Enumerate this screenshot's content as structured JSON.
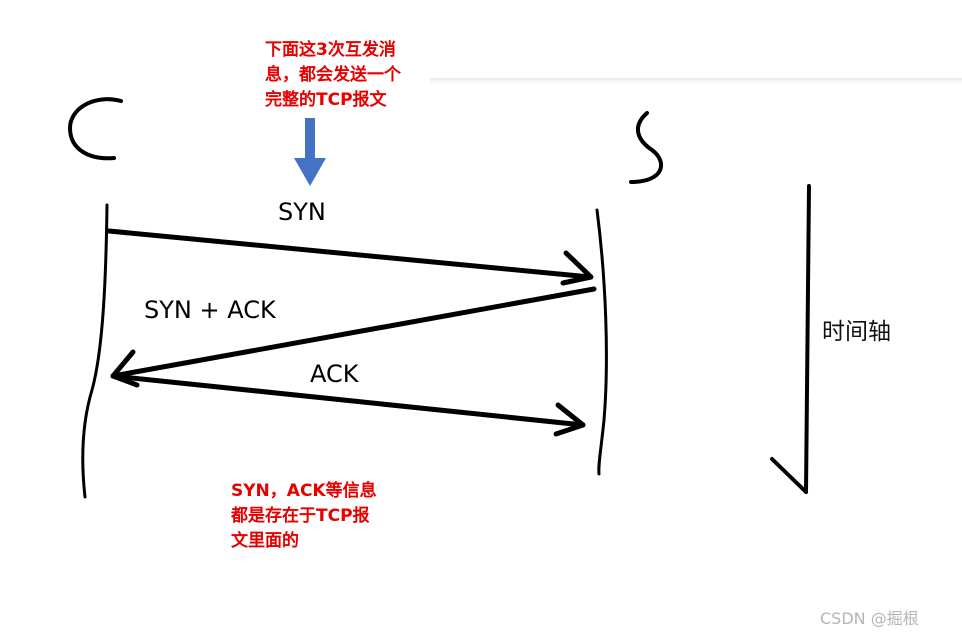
{
  "participants": {
    "client_letter": "C",
    "server_letter": "S"
  },
  "notes": {
    "top": [
      "下面这3次互发消",
      "息，都会发送一个",
      "完整的TCP报文"
    ],
    "bottom": [
      "SYN，ACK等信息",
      "都是存在于TCP报",
      "文里面的"
    ]
  },
  "messages": {
    "syn": "SYN",
    "syn_ack": "SYN + ACK",
    "ack": "ACK"
  },
  "timeline_label": "时间轴",
  "watermark": "CSDN @掘根",
  "colors": {
    "annotation_red": "#e60000",
    "pointer_blue": "#4472c4",
    "ink": "#000000"
  }
}
